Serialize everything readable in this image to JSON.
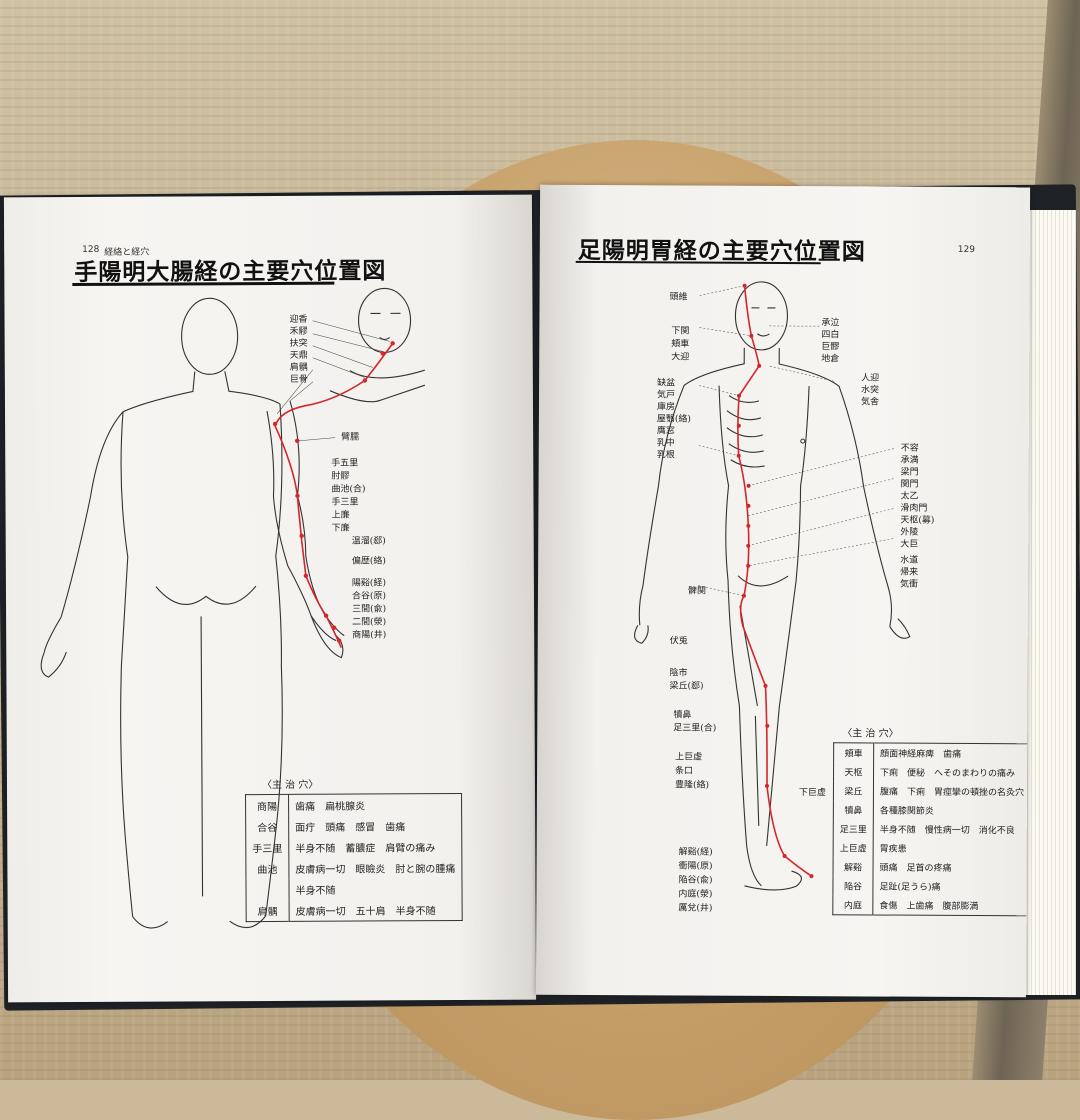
{
  "left_page": {
    "page_number": "128",
    "running_head": "経絡と経穴",
    "title": "手陽明大腸経の主要穴位置図",
    "face_points": [
      "迎香",
      "禾髎",
      "扶突",
      "天鼎",
      "肩髃",
      "巨骨"
    ],
    "arm_points": [
      "臂臑",
      "手五里",
      "肘髎",
      "曲池(合)",
      "手三里",
      "上廉",
      "下廉",
      "温溜(郄)",
      "偏歴(絡)",
      "陽谿(経)",
      "合谷(原)",
      "三間(兪)",
      "二間(滎)",
      "商陽(井)"
    ],
    "treatment_heading": "〈主 治 穴〉",
    "treatments": [
      {
        "point": "商陽",
        "text": "歯痛　扁桃腺炎"
      },
      {
        "point": "合谷",
        "text": "面疔　頭痛　感冒　歯痛"
      },
      {
        "point": "手三里",
        "text": "半身不随　蓄膿症　肩臂の痛み"
      },
      {
        "point": "曲池",
        "text": "皮膚病一切　眼瞼炎　肘と腕の腫痛"
      },
      {
        "point": "",
        "text": "半身不随"
      },
      {
        "point": "肩髃",
        "text": "皮膚病一切　五十肩　半身不随"
      }
    ]
  },
  "right_page": {
    "page_number": "129",
    "title": "足陽明胃経の主要穴位置図",
    "head_left_points": [
      "頭維",
      "下関",
      "頬車",
      "大迎"
    ],
    "head_right_points": [
      "承泣",
      "四白",
      "巨髎",
      "地倉"
    ],
    "neck_right_points": [
      "人迎",
      "水突",
      "気舎"
    ],
    "chest_left_points": [
      "缺盆",
      "気戸",
      "庫房",
      "屋翳(絡)",
      "膺窓",
      "乳中",
      "乳根"
    ],
    "abdomen_right_points": [
      "不容",
      "承満",
      "梁門",
      "関門",
      "太乙",
      "滑肉門",
      "天枢(募)",
      "外陵",
      "大巨",
      "水道",
      "帰来",
      "気衝"
    ],
    "leg_points": [
      "髀関",
      "伏兎",
      "陰市",
      "梁丘(郄)",
      "犢鼻",
      "足三里(合)",
      "上巨虚",
      "条口",
      "豊隆(絡)"
    ],
    "leg_right_point": "下巨虚",
    "foot_points": [
      "解谿(経)",
      "衝陽(原)",
      "陥谷(兪)",
      "内庭(滎)",
      "厲兌(井)"
    ],
    "treatment_heading": "〈主 治 穴〉",
    "treatments": [
      {
        "point": "頬車",
        "text": "顔面神経麻痺　歯痛"
      },
      {
        "point": "天枢",
        "text": "下痢　便秘　へそのまわりの痛み"
      },
      {
        "point": "梁丘",
        "text": "腹痛　下痢　胃痙攣の頓挫の名灸穴"
      },
      {
        "point": "犢鼻",
        "text": "各種膝関節炎"
      },
      {
        "point": "足三里",
        "text": "半身不随　慢性病一切　消化不良"
      },
      {
        "point": "上巨虚",
        "text": "胃疾患"
      },
      {
        "point": "解谿",
        "text": "頭痛　足首の疼痛"
      },
      {
        "point": "陥谷",
        "text": "足趾(足うら)痛"
      },
      {
        "point": "内庭",
        "text": "食傷　上歯痛　腹部膨満"
      }
    ]
  },
  "colors": {
    "meridian": "#d4262b",
    "ink": "#222222",
    "paper": "#f4f2ef"
  }
}
